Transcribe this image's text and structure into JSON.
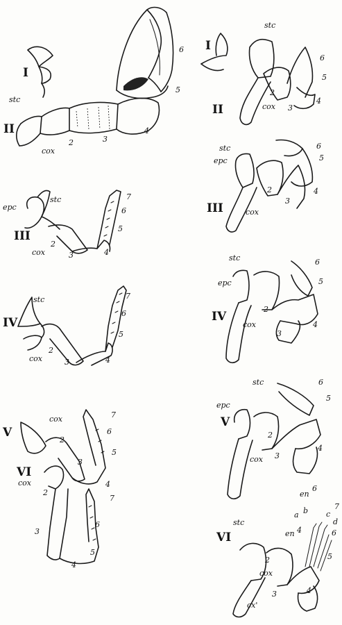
{
  "figures": [
    {
      "id": "left-I",
      "labels": [
        {
          "text": "I",
          "kind": "roman"
        }
      ]
    },
    {
      "id": "left-II",
      "labels": [
        {
          "text": "II",
          "kind": "roman"
        },
        {
          "text": "stc",
          "kind": "ital"
        },
        {
          "text": "cox",
          "kind": "ital"
        },
        {
          "text": "2",
          "kind": "num"
        },
        {
          "text": "3",
          "kind": "num"
        },
        {
          "text": "4",
          "kind": "num"
        },
        {
          "text": "5",
          "kind": "num"
        },
        {
          "text": "6",
          "kind": "num"
        }
      ]
    },
    {
      "id": "left-III",
      "labels": [
        {
          "text": "III",
          "kind": "roman"
        },
        {
          "text": "epc",
          "kind": "ital"
        },
        {
          "text": "stc",
          "kind": "ital"
        },
        {
          "text": "cox",
          "kind": "ital"
        },
        {
          "text": "2",
          "kind": "num"
        },
        {
          "text": "3",
          "kind": "num"
        },
        {
          "text": "4",
          "kind": "num"
        },
        {
          "text": "5",
          "kind": "num"
        },
        {
          "text": "6",
          "kind": "num"
        },
        {
          "text": "7",
          "kind": "num"
        }
      ]
    },
    {
      "id": "left-IV",
      "labels": [
        {
          "text": "IV",
          "kind": "roman"
        },
        {
          "text": "stc",
          "kind": "ital"
        },
        {
          "text": "cox",
          "kind": "ital"
        },
        {
          "text": "2",
          "kind": "num"
        },
        {
          "text": "3",
          "kind": "num"
        },
        {
          "text": "4",
          "kind": "num"
        },
        {
          "text": "5",
          "kind": "num"
        },
        {
          "text": "6",
          "kind": "num"
        },
        {
          "text": "7",
          "kind": "num"
        }
      ]
    },
    {
      "id": "left-V-VI",
      "labels": [
        {
          "text": "V",
          "kind": "roman"
        },
        {
          "text": "VI",
          "kind": "roman"
        },
        {
          "text": "cox",
          "kind": "ital"
        },
        {
          "text": "cox",
          "kind": "ital"
        },
        {
          "text": "2",
          "kind": "num"
        },
        {
          "text": "3",
          "kind": "num"
        },
        {
          "text": "4",
          "kind": "num"
        },
        {
          "text": "5",
          "kind": "num"
        },
        {
          "text": "6",
          "kind": "num"
        },
        {
          "text": "7",
          "kind": "num"
        },
        {
          "text": "2",
          "kind": "num"
        },
        {
          "text": "3",
          "kind": "num"
        },
        {
          "text": "4",
          "kind": "num"
        },
        {
          "text": "5",
          "kind": "num"
        },
        {
          "text": "6",
          "kind": "num"
        },
        {
          "text": "7",
          "kind": "num"
        }
      ]
    },
    {
      "id": "right-I-II",
      "labels": [
        {
          "text": "I",
          "kind": "roman"
        },
        {
          "text": "II",
          "kind": "roman"
        },
        {
          "text": "stc",
          "kind": "ital"
        },
        {
          "text": "cox",
          "kind": "ital"
        },
        {
          "text": "2",
          "kind": "num"
        },
        {
          "text": "3",
          "kind": "num"
        },
        {
          "text": "4",
          "kind": "num"
        },
        {
          "text": "5",
          "kind": "num"
        },
        {
          "text": "6",
          "kind": "num"
        }
      ]
    },
    {
      "id": "right-III",
      "labels": [
        {
          "text": "III",
          "kind": "roman"
        },
        {
          "text": "stc",
          "kind": "ital"
        },
        {
          "text": "epc",
          "kind": "ital"
        },
        {
          "text": "cox",
          "kind": "ital"
        },
        {
          "text": "2",
          "kind": "num"
        },
        {
          "text": "3",
          "kind": "num"
        },
        {
          "text": "4",
          "kind": "num"
        },
        {
          "text": "5",
          "kind": "num"
        },
        {
          "text": "6",
          "kind": "num"
        }
      ]
    },
    {
      "id": "right-IV",
      "labels": [
        {
          "text": "IV",
          "kind": "roman"
        },
        {
          "text": "stc",
          "kind": "ital"
        },
        {
          "text": "epc",
          "kind": "ital"
        },
        {
          "text": "cox",
          "kind": "ital"
        },
        {
          "text": "2",
          "kind": "num"
        },
        {
          "text": "3",
          "kind": "num"
        },
        {
          "text": "4",
          "kind": "num"
        },
        {
          "text": "5",
          "kind": "num"
        },
        {
          "text": "6",
          "kind": "num"
        }
      ]
    },
    {
      "id": "right-V",
      "labels": [
        {
          "text": "V",
          "kind": "roman"
        },
        {
          "text": "stc",
          "kind": "ital"
        },
        {
          "text": "epc",
          "kind": "ital"
        },
        {
          "text": "cox",
          "kind": "ital"
        },
        {
          "text": "2",
          "kind": "num"
        },
        {
          "text": "3",
          "kind": "num"
        },
        {
          "text": "4",
          "kind": "num"
        },
        {
          "text": "5",
          "kind": "num"
        },
        {
          "text": "6",
          "kind": "num"
        }
      ]
    },
    {
      "id": "right-VI",
      "labels": [
        {
          "text": "VI",
          "kind": "roman"
        },
        {
          "text": "stc",
          "kind": "ital"
        },
        {
          "text": "cox",
          "kind": "ital"
        },
        {
          "text": "cx'",
          "kind": "ital"
        },
        {
          "text": "en",
          "kind": "ital"
        },
        {
          "text": "6",
          "kind": "num"
        },
        {
          "text": "en",
          "kind": "ital"
        },
        {
          "text": "4",
          "kind": "num"
        },
        {
          "text": "a",
          "kind": "ital"
        },
        {
          "text": "b",
          "kind": "ital"
        },
        {
          "text": "c",
          "kind": "ital"
        },
        {
          "text": "d",
          "kind": "ital"
        },
        {
          "text": "7",
          "kind": "num"
        },
        {
          "text": "6",
          "kind": "num"
        },
        {
          "text": "5",
          "kind": "num"
        },
        {
          "text": "2",
          "kind": "num"
        },
        {
          "text": "3",
          "kind": "num"
        },
        {
          "text": "4",
          "kind": "num"
        }
      ]
    }
  ]
}
